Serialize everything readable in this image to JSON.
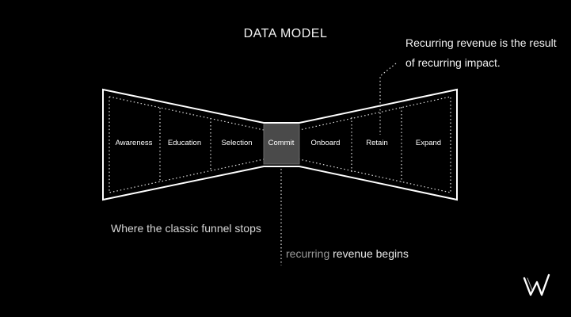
{
  "title": "DATA MODEL",
  "annotation": {
    "line1": "Recurring revenue is the result",
    "line2": "of recurring impact."
  },
  "stages": [
    "Awareness",
    "Education",
    "Selection",
    "Commit",
    "Onboard",
    "Retain",
    "Expand"
  ],
  "highlighted_stage": "Commit",
  "caption_stops": "Where the classic funnel stops",
  "caption_begins": {
    "part1": "recurring",
    "part2": "revenue begins"
  },
  "logo_icon": "w-logo-icon",
  "colors": {
    "background": "#000000",
    "commit_fill": "#4a4a4a",
    "text": "#ffffff"
  }
}
